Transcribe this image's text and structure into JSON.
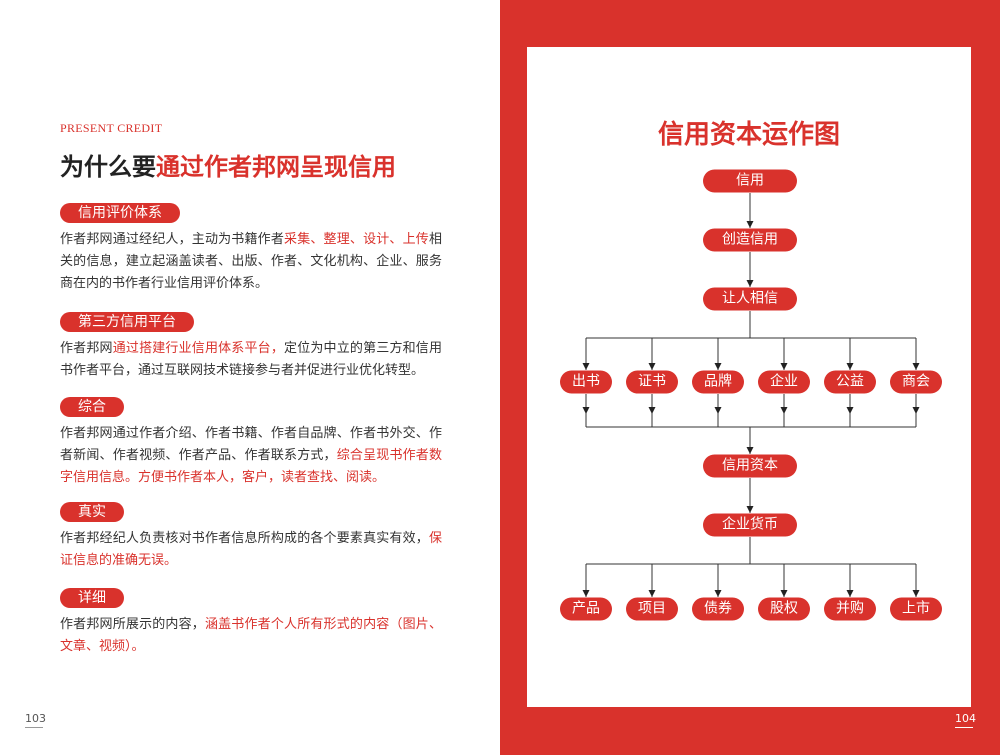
{
  "left": {
    "kicker": "PRESENT CREDIT",
    "title_plain": "为什么要",
    "title_highlight": "通过作者邦网呈现信用",
    "sections": [
      {
        "tag": "信用评价体系",
        "segments": [
          {
            "t": "作者邦网通过经纪人，主动为书籍作者",
            "h": false
          },
          {
            "t": "采集、整理、设计、上传",
            "h": true
          },
          {
            "t": "相关的信息，建立起涵盖读者、出版、作者、文化机构、企业、服务商在内的书作者行业信用评价体系。",
            "h": false
          }
        ]
      },
      {
        "tag": "第三方信用平台",
        "segments": [
          {
            "t": "作者邦网",
            "h": false
          },
          {
            "t": "通过搭建行业信用体系平台，",
            "h": true
          },
          {
            "t": "定位为中立的第三方和信用书作者平台，通过互联网技术链接参与者并促进行业优化转型。",
            "h": false
          }
        ]
      },
      {
        "tag": "综合",
        "segments": [
          {
            "t": "作者邦网通过作者介绍、作者书籍、作者自品牌、作者书外交、作者新闻、作者视频、作者产品、作者联系方式，",
            "h": false
          },
          {
            "t": "综合呈现书作者数字信用信息。方便书作者本人，客户，读者查找、阅读。",
            "h": true
          }
        ]
      },
      {
        "tag": "真实",
        "segments": [
          {
            "t": "作者邦经纪人负责核对书作者信息所构成的各个要素真实有效，",
            "h": false
          },
          {
            "t": "保证信息的准确无误。",
            "h": true
          }
        ]
      },
      {
        "tag": "详细",
        "segments": [
          {
            "t": "作者邦网所展示的内容，",
            "h": false
          },
          {
            "t": "涵盖书作者个人所有形式的内容（图片、文章、视频）。",
            "h": true
          }
        ]
      }
    ],
    "page_number": "103"
  },
  "right": {
    "chart_title": "信用资本运作图",
    "top_nodes": [
      "信用",
      "创造信用",
      "让人相信"
    ],
    "row1": [
      "出书",
      "证书",
      "品牌",
      "企业",
      "公益",
      "商会"
    ],
    "mid_nodes": [
      "信用资本",
      "企业货币"
    ],
    "row2": [
      "产品",
      "项目",
      "债券",
      "股权",
      "并购",
      "上市"
    ],
    "page_number": "104"
  },
  "colors": {
    "accent": "#d9322c"
  }
}
